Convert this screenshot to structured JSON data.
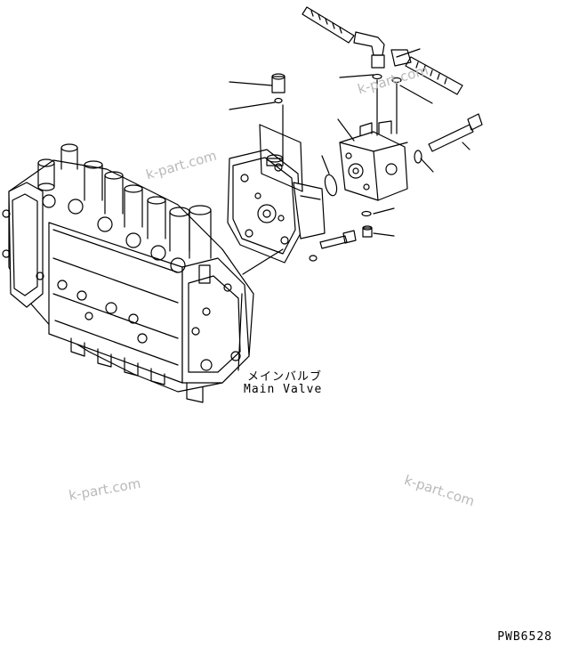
{
  "labels": {
    "main_valve_jp": "メインバルブ",
    "main_valve_en": "Main Valve"
  },
  "drawing_code": "PWB6528",
  "watermarks": [
    "k-part.com",
    "k-part.com",
    "k-part.com",
    "k-part.com"
  ],
  "colors": {
    "line": "#000000",
    "watermark": "#b9b9b9",
    "background": "#ffffff"
  }
}
